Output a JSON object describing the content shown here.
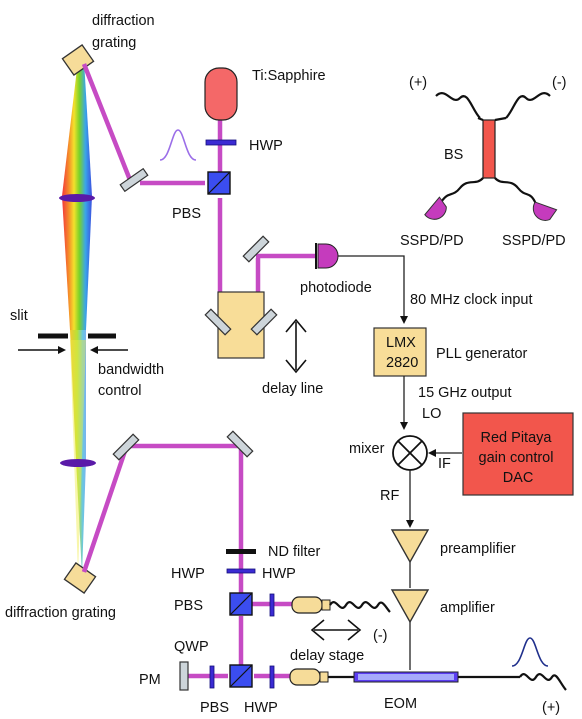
{
  "labels": {
    "diffraction_grating_top": "diffraction\ngrating",
    "diffraction_grating_bottom": "diffraction grating",
    "ti_sapphire": "Ti:Sapphire",
    "hwp_top": "HWP",
    "pbs_top": "PBS",
    "slit": "slit",
    "bandwidth_control": "bandwidth\ncontrol",
    "photodiode": "photodiode",
    "clock_input": "80 MHz clock input",
    "delay_line": "delay line",
    "lmx": "LMX\n2820",
    "pll_generator": "PLL generator",
    "ghz_output": "15 GHz output",
    "lo": "LO",
    "mixer": "mixer",
    "if": "IF",
    "rf": "RF",
    "red_pitaya": "Red Pitaya\ngain control\nDAC",
    "preamplifier": "preamplifier",
    "amplifier": "amplifier",
    "nd_filter": "ND filter",
    "hwp_left": "HWP",
    "hwp_right": "HWP",
    "pbs_mid": "PBS",
    "qwp": "QWP",
    "pm": "PM",
    "pbs_bottom": "PBS",
    "hwp_bottom": "HWP",
    "delay_stage": "delay stage",
    "minus_mid": "(-)",
    "eom": "EOM",
    "plus_bottom": "(+)",
    "bs": "BS",
    "plus_top": "(+)",
    "minus_top": "(-)",
    "sspd_left": "SSPD/PD",
    "sspd_right": "SSPD/PD"
  },
  "colors": {
    "beam": "#c64bc4",
    "laser": "#f46868",
    "red_pitaya": "#f2564c",
    "pbs": "#3b4df0",
    "waveplate": "#3b2bd3",
    "yellow_component": "#f8dd98",
    "beamsplitter": "#f2564c",
    "pulse_violet": "#9b6ee8",
    "pulse_blue": "#1f2f8c"
  },
  "icons": {
    "mixer": "circle-cross-icon",
    "amplifier": "triangle-amplifier-icon",
    "photodiode": "photodiode-icon",
    "lens": "lens-icon",
    "mirror": "mirror-icon",
    "arrow_double": "double-arrow-icon"
  }
}
